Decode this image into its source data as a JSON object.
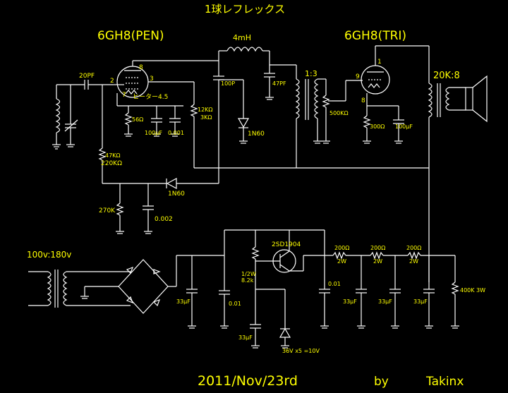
{
  "title": "1球レフレックス",
  "tubes": {
    "left": "6GH8(PEN)",
    "right": "6GH8(TRI)"
  },
  "footer": {
    "date": "2011/Nov/23rd",
    "by": "by",
    "author": "Takinx"
  },
  "labels": {
    "l_4mh": "4mH",
    "c_20pf": "20PF",
    "pin_8a": "8",
    "pin_3": "3",
    "pin_2": "2",
    "pin_7": "7",
    "heater": "ヒーター4.5",
    "c_100p": "100P",
    "c_47pf": "47PF",
    "ratio_13": "1:3",
    "pin_9": "9",
    "pin_1": "1",
    "pin_8b": "8",
    "ratio_20k": "20K:8",
    "r_56": "56Ω",
    "r_12k": "12KΩ",
    "r_3k": "3KΩ",
    "d_1n60a": "1N60",
    "c_100uf_a": "100μF",
    "c_0001": "0.001",
    "pot_500k": "500KΩ",
    "r_300": "300Ω",
    "c_100uf_b": "100μF",
    "r_47k": "47KΩ",
    "r_220k": "220KΩ",
    "d_1n60b": "1N60",
    "r_270k": "270K",
    "c_0002": "0.002",
    "tr_2sd": "2SD1904",
    "xfmr": "100v:180v",
    "r_12w": "1/2W",
    "r_82k": "8.2k",
    "r_200a": "200Ω",
    "w_2a": "2W",
    "r_200b": "200Ω",
    "w_2b": "2W",
    "r_200c": "200Ω",
    "w_2c": "2W",
    "c_001a": "0.01",
    "c_001b": "0.01",
    "c_33a": "33μF",
    "c_33b": "33μF",
    "c_33c": "33μF",
    "c_33d": "33μF",
    "c_33e": "33μF",
    "r_400k": "400K 3W",
    "zener": "36V x5 =10V"
  }
}
